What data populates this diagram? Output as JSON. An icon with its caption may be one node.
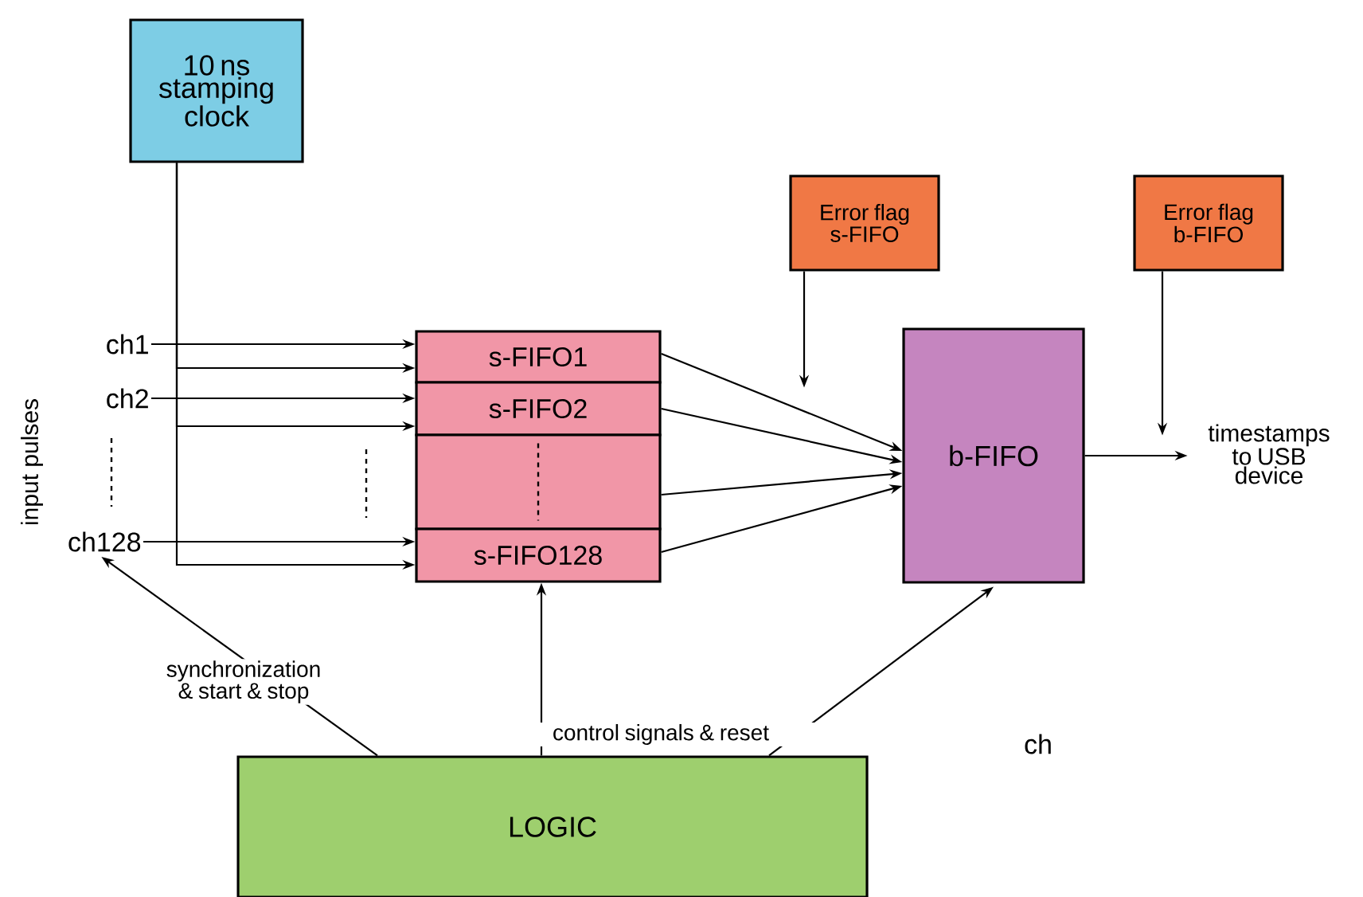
{
  "diagram": {
    "nodes": [
      {
        "text": [
          "10 ns stamping clock"
        ]
      },
      {
        "text": [
          "s-FIFO1"
        ]
      },
      {
        "text": [
          "s-FIFO2"
        ]
      },
      {
        "text": [],
        "shape": "box"
      },
      {
        "text": [
          "s-FIFO128"
        ]
      },
      {
        "text": [
          "Error flag s-FIFO"
        ]
      },
      {
        "text": [
          "b-FIFO"
        ]
      },
      {
        "text": [
          "Error flag b-FIFO"
        ]
      },
      {
        "text": [
          "timestamps to USB device"
        ]
      },
      {
        "text": [
          "ch1"
        ]
      },
      {
        "text": [
          "ch2"
        ]
      },
      {
        "text": [
          "ch128"
        ]
      },
      {
        "text": [
          "LOGIC"
        ]
      }
    ],
    "edges": [
      {
        "from": 9,
        "to": 1,
        "arrow": "to"
      },
      {
        "from": 10,
        "to": 2,
        "arrow": "to"
      },
      {
        "from": 11,
        "to": 4,
        "arrow": "to"
      },
      {
        "from": 0,
        "to": 1,
        "arrow": "to"
      },
      {
        "from": 0,
        "to": 2,
        "arrow": "to"
      },
      {
        "from": 0,
        "to": 4,
        "arrow": "to"
      },
      {
        "from": 1,
        "to": 6,
        "arrow": "to"
      },
      {
        "from": 2,
        "to": 6,
        "arrow": "to"
      },
      {
        "from": 3,
        "to": 6,
        "arrow": "to"
      },
      {
        "from": 4,
        "to": 6,
        "arrow": "to"
      },
      {
        "from": 5,
        "to": null,
        "arrow": "to"
      },
      {
        "from": 7,
        "to": null,
        "arrow": "to"
      },
      {
        "from": 6,
        "to": 8,
        "arrow": "to"
      },
      {
        "from": 12,
        "to": 11,
        "arrow": "to",
        "label": "synchronization & start & stop"
      },
      {
        "from": 12,
        "to": 4,
        "arrow": "to",
        "label": "control signals & reset"
      },
      {
        "from": 12,
        "to": 6,
        "arrow": "to"
      }
    ],
    "labels": [
      "input pulses",
      "ch"
    ]
  }
}
